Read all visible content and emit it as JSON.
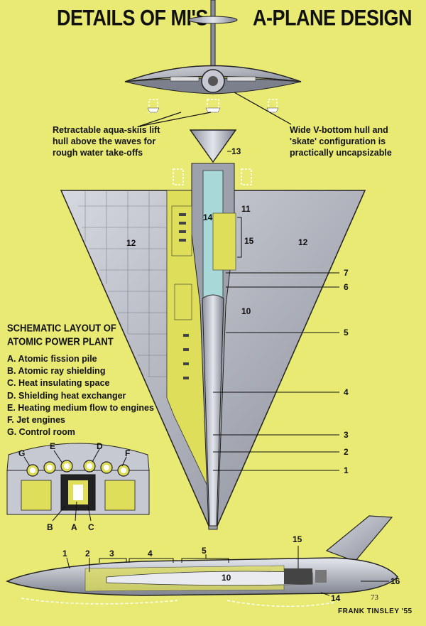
{
  "title": {
    "left": "DETAILS OF MI'S",
    "right": "A-PLANE DESIGN"
  },
  "captions": {
    "left": [
      "Retractable aqua-skiis lift",
      "hull above the waves for",
      "rough water take-offs"
    ],
    "right": [
      "Wide V-bottom hull and",
      "'skate' configuration is",
      "practically uncapsizable"
    ]
  },
  "schematic": {
    "title": [
      "SCHEMATIC LAYOUT OF",
      "ATOMIC POWER PLANT"
    ],
    "legend": [
      "A. Atomic fission pile",
      "B. Atomic ray shielding",
      "C. Heat insulating space",
      "D. Shielding heat exchanger",
      "E. Heating medium flow to engines",
      "F. Jet engines",
      "G. Control room"
    ],
    "letters": [
      "G",
      "E",
      "D",
      "F",
      "B",
      "A",
      "C"
    ]
  },
  "plan_labels": [
    "13",
    "11",
    "14",
    "15",
    "12",
    "12",
    "7",
    "6",
    "10",
    "5",
    "4",
    "3",
    "2",
    "1"
  ],
  "side_labels": [
    "1",
    "2",
    "3",
    "4",
    "5",
    "15",
    "10",
    "16",
    "14"
  ],
  "page_number": "73",
  "credit": "FRANK TINSLEY '55",
  "colors": {
    "background": "#e9ea74",
    "metal": "#b9bcc6",
    "accent_yellow": "#dede5a"
  }
}
